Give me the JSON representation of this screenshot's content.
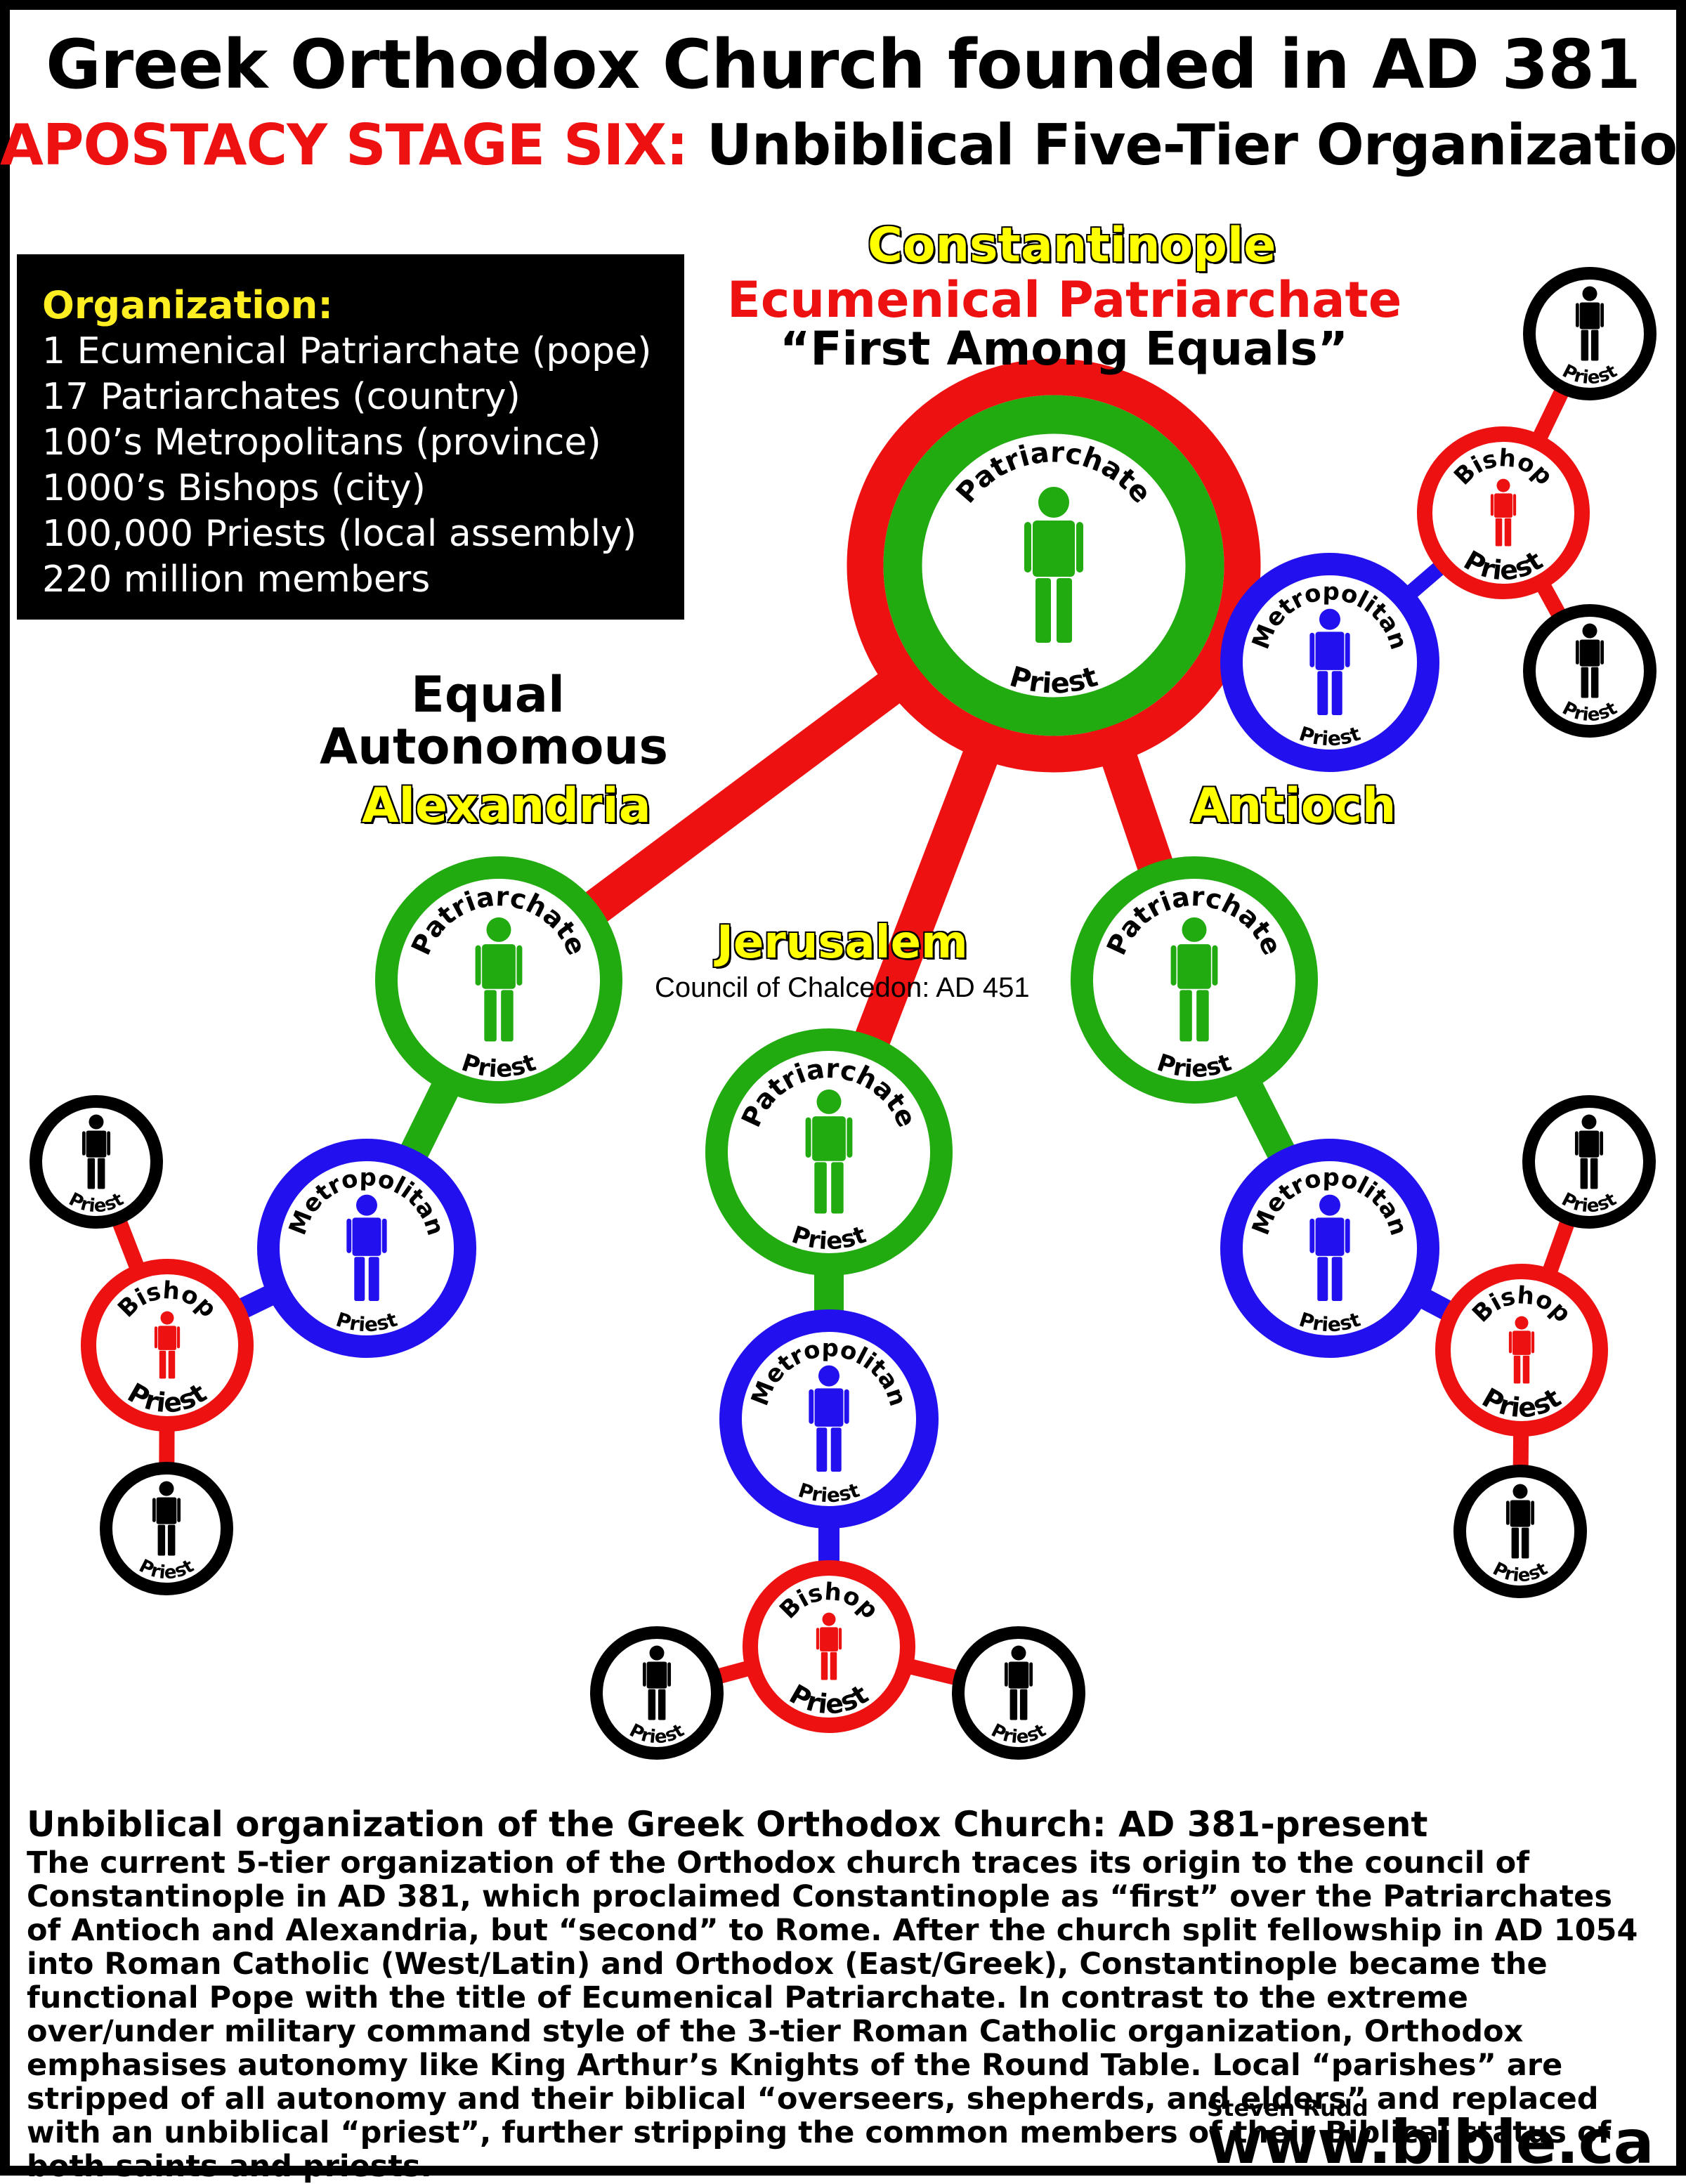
{
  "title": "Greek Orthodox Church founded in AD 381",
  "subtitle": {
    "red": "APOSTACY STAGE SIX:",
    "black": "Unbiblical Five-Tier Organization"
  },
  "organization": {
    "heading": "Organization:",
    "lines": [
      "1 Ecumenical Patriarchate (pope)",
      "17 Patriarchates (country)",
      "100’s Metropolitans (province)",
      "1000’s Bishops (city)",
      "100,000 Priests (local assembly)",
      "220 million members"
    ]
  },
  "labels": {
    "constantinople": "Constantinople",
    "ecumenical": "Ecumenical Patriarchate",
    "first_among": "“First Among Equals”",
    "equal": "Equal",
    "autonomous": "Autonomous",
    "alexandria": "Alexandria",
    "antioch": "Antioch",
    "jerusalem": "Jerusalem",
    "chalcedon": "Council of Chalcedon: AD 451"
  },
  "roles": {
    "patriarchate": "Patriarchate",
    "metropolitan": "Metropolitan",
    "bishop": "Bishop",
    "priest": "Priest"
  },
  "colors": {
    "patriarch_green": "#22aa11",
    "metropolitan_blue": "#2211ee",
    "bishop_red": "#ee1111",
    "priest_black": "#000000",
    "highlight_yellow": "#ffff00"
  },
  "footer": {
    "heading": "Unbiblical organization of the Greek Orthodox Church: AD 381-present",
    "body": "The current 5-tier organization of the Orthodox church traces its origin to the council of Constantinople in AD 381, which proclaimed Constantinople as “first” over the Patriarchates of Antioch and Alexandria, but “second” to Rome. After the church split fellowship in AD 1054 into Roman Catholic (West/Latin) and Orthodox (East/Greek), Constantinople became the functional Pope with the title of Ecumenical Patriarchate. In contrast to the extreme over/under military command style of the 3-tier Roman Catholic organization, Orthodox emphasises autonomy like King Arthur’s Knights of the Round Table. Local “parishes” are stripped of all autonomy and their biblical “overseers, shepherds, and elders” and replaced with an unbiblical “priest”, further stripping the common members of their Biblical status of both saints and priests."
  },
  "credits": {
    "author": "Steven Rudd",
    "site": "www.bible.ca"
  }
}
